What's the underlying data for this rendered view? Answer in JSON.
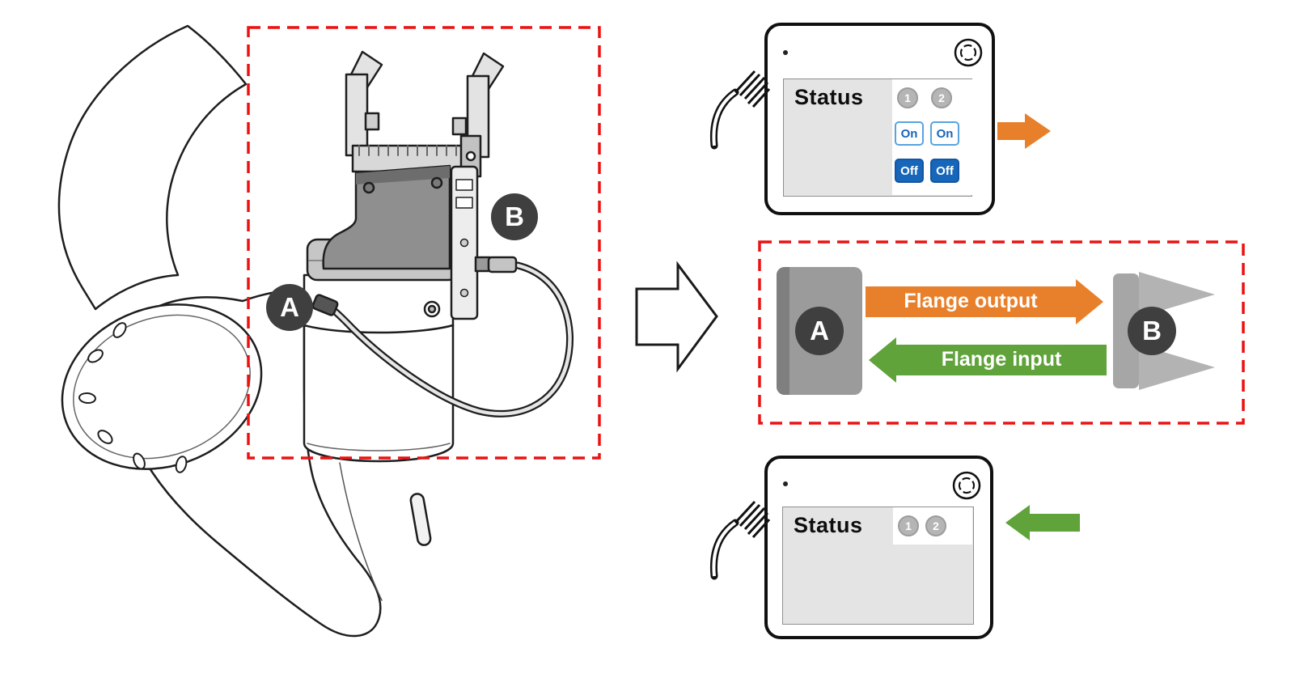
{
  "colors": {
    "accent_orange": "#E8802B",
    "accent_green": "#5FA33A",
    "button_blue": "#1766B9",
    "button_blue_border": "#57A4E0",
    "badge_dark": "#3F3F3F",
    "dashed_red": "#EC1212",
    "screen_gray": "#E4E4E4",
    "indicator_gray": "#B5B5B5"
  },
  "robot_diagram": {
    "badge_a": "A",
    "badge_b": "B"
  },
  "pendant_on": {
    "status_label": "Status",
    "indicators": [
      "1",
      "2"
    ],
    "on_label": "On",
    "off_label": "Off"
  },
  "flange": {
    "badge_a": "A",
    "badge_b": "B",
    "output_label": "Flange output",
    "input_label": "Flange input"
  },
  "pendant_idle": {
    "status_label": "Status",
    "indicators": [
      "1",
      "2"
    ]
  }
}
